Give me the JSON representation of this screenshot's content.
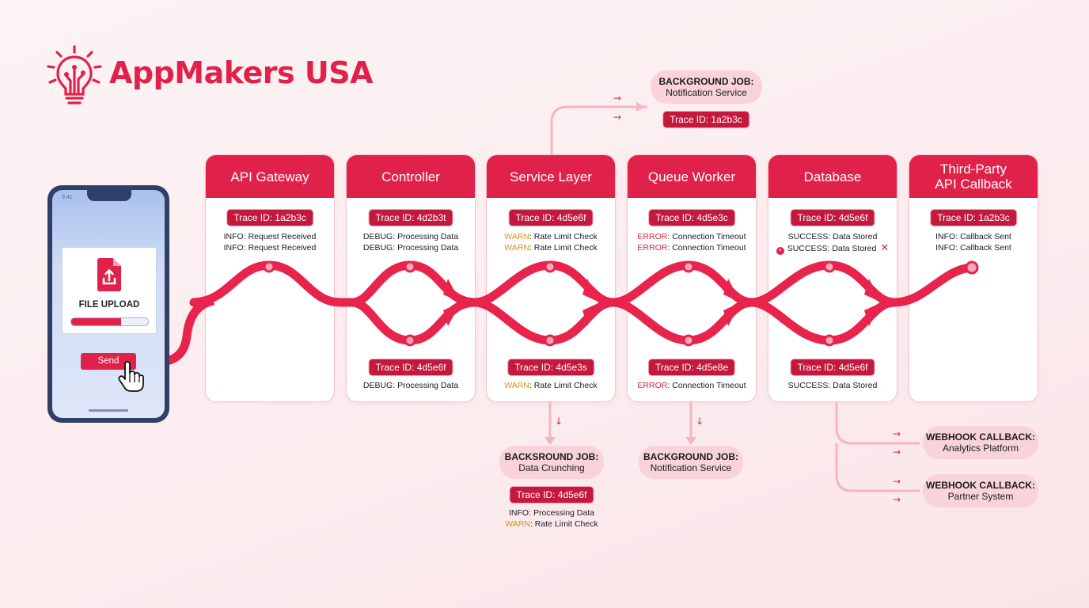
{
  "brand": {
    "name": "AppMakers USA",
    "color": "#e0214a",
    "logo_icon": "lightbulb-circuit-icon"
  },
  "phone": {
    "status_time": "9:41",
    "upload_label": "FILE UPLOAD",
    "upload_icon": "file-upload-icon",
    "progress_fraction": 0.65,
    "send_label": "Send",
    "cursor_icon": "hand-pointer-icon"
  },
  "stages": [
    {
      "title": "API Gateway",
      "trace_top": "Trace ID: 1a2b3c",
      "logs_top": [
        {
          "level": "INFO",
          "text": "Request Received",
          "cls": "info"
        },
        {
          "level": "INFO",
          "text": "Request Received",
          "cls": "info"
        }
      ],
      "trace_bottom": "",
      "logs_bottom": []
    },
    {
      "title": "Controller",
      "trace_top": "Trace ID: 4d2b3t",
      "logs_top": [
        {
          "level": "DEBUG",
          "text": "Processing Data",
          "cls": "debug"
        },
        {
          "level": "DEBUG",
          "text": "Processing Data",
          "cls": "debug"
        }
      ],
      "trace_bottom": "Trace ID: 4d5e6f",
      "logs_bottom": [
        {
          "level": "DEBUG",
          "text": "Processing Data",
          "cls": "debug"
        }
      ]
    },
    {
      "title": "Service Layer",
      "trace_top": "Trace ID: 4d5e6f",
      "logs_top": [
        {
          "level": "WARN",
          "text": "Rate Limit Check",
          "cls": "warn"
        },
        {
          "level": "WARN",
          "text": "Rate Limit Check",
          "cls": "warn"
        }
      ],
      "trace_bottom": "Trace ID: 4d5e3s",
      "logs_bottom": [
        {
          "level": "WARN",
          "text": "Rate Limit Check",
          "cls": "warn"
        }
      ]
    },
    {
      "title": "Queue Worker",
      "trace_top": "Trace ID: 4d5e3c",
      "logs_top": [
        {
          "level": "ERROR",
          "text": "Connection Timeout",
          "cls": "error"
        },
        {
          "level": "ERROR",
          "text": "Connection Timeout",
          "cls": "error"
        }
      ],
      "trace_bottom": "Trace ID: 4d5e8e",
      "logs_bottom": [
        {
          "level": "ERROR",
          "text": "Connection Timeout",
          "cls": "error"
        }
      ]
    },
    {
      "title": "Database",
      "trace_top": "Trace ID: 4d5e6f",
      "logs_top": [
        {
          "level": "SUCCESS",
          "text": "Data Stored",
          "cls": "success"
        },
        {
          "level": "SUCCESS",
          "text": "Data Stored",
          "cls": "success",
          "flag": "error-x-icon"
        }
      ],
      "trace_bottom": "Trace ID: 4d5e6f",
      "logs_bottom": [
        {
          "level": "SUCCESS",
          "text": "Data Stored",
          "cls": "success"
        }
      ]
    },
    {
      "title": "Third-Party\nAPI Callback",
      "trace_top": "Trace ID: 1a2b3c",
      "logs_top": [
        {
          "level": "INFO",
          "text": "Callback Sent",
          "cls": "info"
        },
        {
          "level": "INFO",
          "text": "Callback Sent",
          "cls": "info"
        }
      ],
      "trace_bottom": "",
      "logs_bottom": []
    }
  ],
  "jobs": {
    "top_notification": {
      "title": "BACKGROUND JOB:",
      "subtitle": "Notification Service",
      "trace": "Trace ID: 1a2b3c"
    },
    "data_crunching": {
      "title": "BACKSROUND JOB:",
      "subtitle": "Data Crunching",
      "trace": "Trace ID: 4d5e6f",
      "logs": [
        {
          "level": "INFO",
          "text": "Processing Data",
          "cls": "info"
        },
        {
          "level": "WARN",
          "text": "Rate Limit Check",
          "cls": "warn"
        }
      ]
    },
    "bottom_notification": {
      "title": "BACKGROUND JOB:",
      "subtitle": "Notification Service"
    },
    "webhook_analytics": {
      "title": "WEBHOOK CALLBACK:",
      "subtitle": "Analytics Platform"
    },
    "webhook_partner": {
      "title": "WEBHOOK CALLBACK:",
      "subtitle": "Partner System"
    }
  },
  "colors": {
    "accent": "#e0214a",
    "trace_badge": "#c4183d",
    "warn": "#d8901c",
    "error": "#d32a3f",
    "pill": "#f8d3da",
    "connector": "#f4b6c2"
  }
}
